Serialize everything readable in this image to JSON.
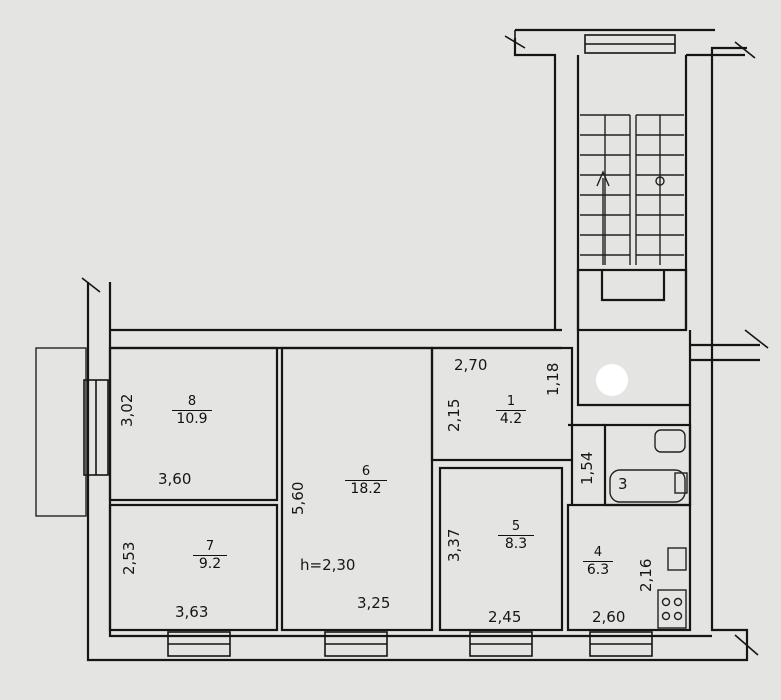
{
  "rooms": [
    {
      "number": "8",
      "area": "10.9"
    },
    {
      "number": "6",
      "area": "18.2"
    },
    {
      "number": "1",
      "area": "4.2"
    },
    {
      "number": "5",
      "area": "8.3"
    },
    {
      "number": "7",
      "area": "9.2"
    },
    {
      "number": "4",
      "area": "6.3"
    },
    {
      "number": "3"
    }
  ],
  "dimensions": {
    "d_302": "3,02",
    "d_360": "3,60",
    "d_560": "5,60",
    "d_270": "2,70",
    "d_118": "1,18",
    "d_215": "2,15",
    "d_154": "1,54",
    "d_337": "3,37",
    "d_253": "2,53",
    "d_230": "h=2,30",
    "d_216": "2,16",
    "d_363": "3,63",
    "d_325": "3,25",
    "d_245": "2,45",
    "d_260": "2,60"
  }
}
